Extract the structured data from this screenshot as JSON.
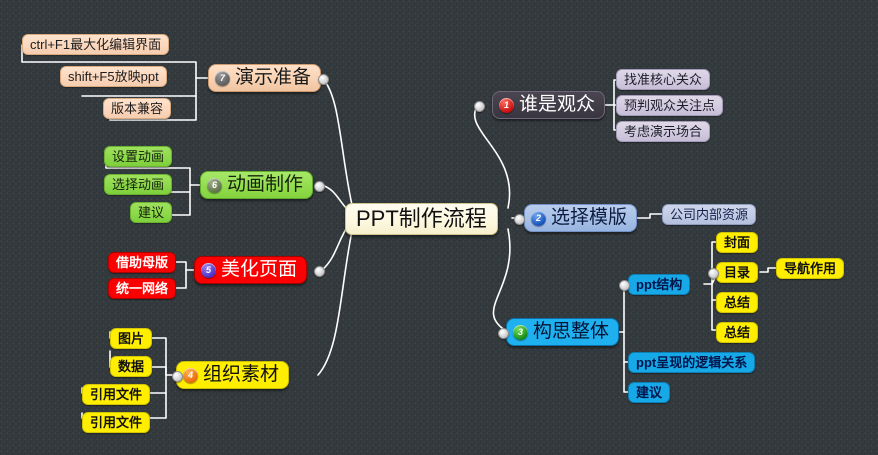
{
  "app": {
    "title": "PPT制作流程",
    "background_color": "#343b3e",
    "link_color": "#ffffff"
  },
  "root": {
    "label": "PPT制作流程"
  },
  "branches": [
    {
      "number": "1",
      "label": "谁是观众",
      "color": "#403c48",
      "badge_color": "#c70d0d",
      "children": [
        {
          "label": "找准核心关众"
        },
        {
          "label": "预判观众关注点"
        },
        {
          "label": "考虑演示场合"
        }
      ]
    },
    {
      "number": "2",
      "label": "选择模版",
      "color": "#a7c0e6",
      "badge_color": "#1651ba",
      "children": [
        {
          "label": "公司内部资源"
        }
      ]
    },
    {
      "number": "3",
      "label": "构思整体",
      "color": "#1fb0ef",
      "badge_color": "#168c16",
      "children": [
        {
          "label": "ppt结构",
          "children": [
            {
              "label": "封面"
            },
            {
              "label": "目录",
              "children": [
                {
                  "label": "导航作用"
                }
              ]
            },
            {
              "label": "总结"
            },
            {
              "label": "总结"
            }
          ]
        },
        {
          "label": "ppt呈现的逻辑关系"
        },
        {
          "label": "建议"
        }
      ]
    },
    {
      "number": "4",
      "label": "组织素材",
      "color": "#ffee00",
      "badge_color": "#e8680d",
      "children": [
        {
          "label": "图片"
        },
        {
          "label": "数据"
        },
        {
          "label": "引用文件"
        },
        {
          "label": "引用文件"
        }
      ]
    },
    {
      "number": "5",
      "label": "美化页面",
      "color": "#fb0000",
      "badge_color": "#4a2fc2",
      "children": [
        {
          "label": "借助母版"
        },
        {
          "label": "统一网络"
        }
      ]
    },
    {
      "number": "6",
      "label": "动画制作",
      "color": "#93dd4e",
      "badge_color": "#5e7348",
      "children": [
        {
          "label": "设置动画"
        },
        {
          "label": "选择动画"
        },
        {
          "label": "建议"
        }
      ]
    },
    {
      "number": "7",
      "label": "演示准备",
      "color": "#f8d2b3",
      "badge_color": "#5c5c5c",
      "children": [
        {
          "label": "ctrl+F1最大化编辑界面"
        },
        {
          "label": "shift+F5放映ppt"
        },
        {
          "label": "版本兼容"
        }
      ]
    }
  ]
}
